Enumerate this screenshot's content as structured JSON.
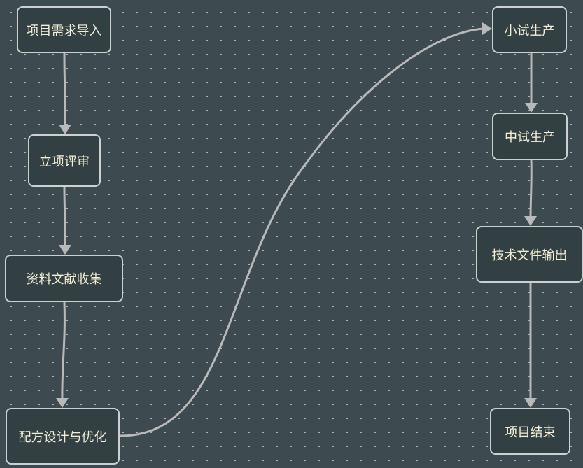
{
  "nodes": {
    "import": "项目需求导入",
    "review": "立项评审",
    "collect": "资料文献收集",
    "design": "配方设计与优化",
    "small": "小试生产",
    "middle": "中试生产",
    "docs": "技术文件输出",
    "end": "项目结束"
  },
  "edges": [
    {
      "from": "import",
      "to": "review"
    },
    {
      "from": "review",
      "to": "collect"
    },
    {
      "from": "collect",
      "to": "design"
    },
    {
      "from": "design",
      "to": "small"
    },
    {
      "from": "small",
      "to": "middle"
    },
    {
      "from": "middle",
      "to": "docs"
    },
    {
      "from": "docs",
      "to": "end"
    }
  ],
  "colors": {
    "background": "#3d4a4f",
    "node_fill": "#323f43",
    "node_border": "#cdd0d0",
    "node_text": "#f5efd6",
    "edge": "#b9b9b9"
  }
}
